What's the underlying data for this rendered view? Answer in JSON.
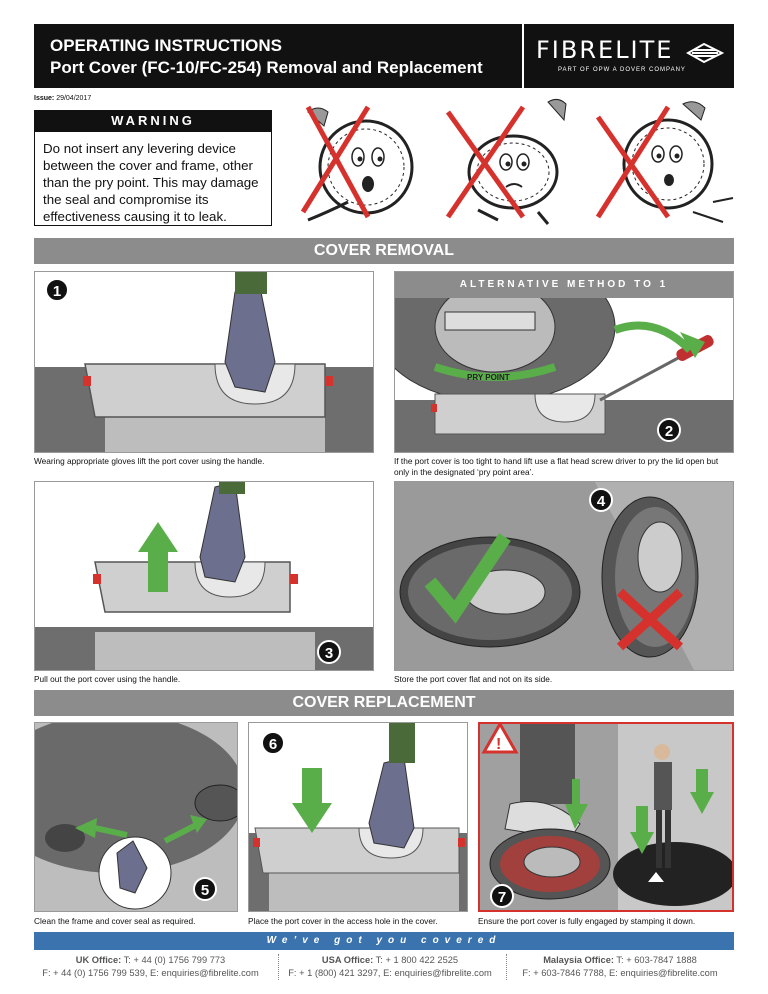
{
  "header": {
    "title_line1": "OPERATING INSTRUCTIONS",
    "title_line2": "Port Cover (FC-10/FC-254) Removal and Replacement",
    "logo_text": "FIBRELITE",
    "logo_sub": "PART OF OPW  A DOVER COMPANY"
  },
  "issue": {
    "label": "Issue:",
    "date": "29/04/2017"
  },
  "warning": {
    "heading": "WARNING",
    "text": "Do not insert any levering device between the cover and frame, other than the pry point. This may damage the seal and compromise its effectiveness causing it to leak."
  },
  "removal": {
    "heading": "COVER REMOVAL",
    "step1": {
      "number": "1",
      "caption": "Wearing appropriate gloves lift the port cover using the handle."
    },
    "step2": {
      "number": "2",
      "alt_heading": "ALTERNATIVE METHOD TO 1",
      "pry_label": "PRY POINT",
      "caption": "If the port cover is too tight to hand lift use a flat head screw driver to pry the lid open but only in the designated ‘pry point area’."
    },
    "step3": {
      "number": "3",
      "caption": "Pull out the port cover using the handle."
    },
    "step4": {
      "number": "4",
      "caption": "Store the port cover flat and not on its side."
    }
  },
  "replacement": {
    "heading": "COVER REPLACEMENT",
    "step5": {
      "number": "5",
      "caption": "Clean the frame and cover seal as required."
    },
    "step6": {
      "number": "6",
      "caption": "Place the port cover in the access hole in the cover."
    },
    "step7": {
      "number": "7",
      "caption": "Ensure the port cover is fully engaged by stamping it down."
    }
  },
  "footer": {
    "tagline": "We’ve got you covered",
    "offices": [
      {
        "name": "UK Office:",
        "phone": "T: + 44 (0) 1756 799 773",
        "fax_email": "F: + 44 (0) 1756 799 539,  E: enquiries@fibrelite.com"
      },
      {
        "name": "USA Office:",
        "phone": "T: + 1 800 422 2525",
        "fax_email": "F: + 1 (800) 421 3297, E: enquiries@fibrelite.com"
      },
      {
        "name": "Malaysia Office:",
        "phone": "T: + 603-7847 1888",
        "fax_email": "F: + 603-7846 7788, E: enquiries@fibrelite.com"
      }
    ]
  },
  "colors": {
    "accent_green": "#5aae4a",
    "warning_red": "#d6322d",
    "gray_bar": "#8c8c8c",
    "footer_blue": "#3a73ad"
  }
}
